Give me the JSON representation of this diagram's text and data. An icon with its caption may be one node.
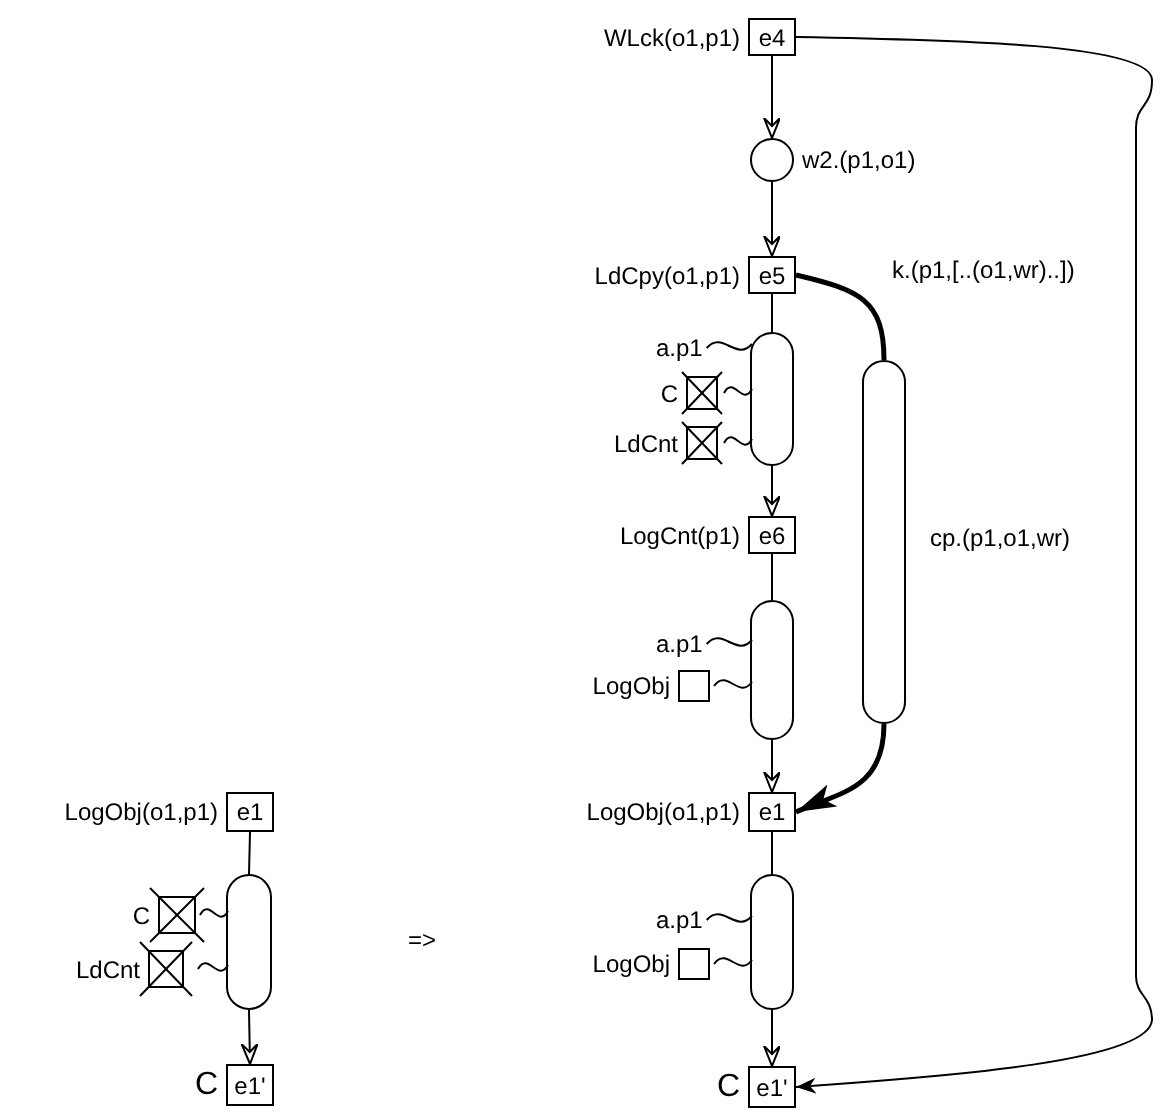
{
  "diagram": {
    "nodes": [
      {
        "text": [
          "e1"
        ],
        "beside": [
          "LogObj(o1,p1)"
        ]
      },
      {
        "text": [],
        "shape": "capsule"
      },
      {
        "text": [],
        "shape": "crossed",
        "beside": [
          "C"
        ]
      },
      {
        "text": [],
        "shape": "crossed",
        "beside": [
          "LdCnt"
        ]
      },
      {
        "text": [
          "e1'"
        ],
        "beside": [
          "C"
        ]
      },
      {
        "text": [
          "e4"
        ],
        "beside": [
          "WLck(o1,p1)"
        ]
      },
      {
        "text": [],
        "shape": "circle",
        "beside": [
          "w2.(p1,o1)"
        ]
      },
      {
        "text": [
          "e5"
        ],
        "beside": [
          "LdCpy(o1,p1)"
        ]
      },
      {
        "text": [],
        "shape": "capsule"
      },
      {
        "text": [
          "a.p1"
        ]
      },
      {
        "text": [],
        "shape": "crossed",
        "beside": [
          "C"
        ]
      },
      {
        "text": [],
        "shape": "crossed",
        "beside": [
          "LdCnt"
        ]
      },
      {
        "text": [],
        "shape": "capsule",
        "beside": [
          "cp.(p1,o1,wr)"
        ]
      },
      {
        "text": [
          "e6"
        ],
        "beside": [
          "LogCnt(p1)"
        ]
      },
      {
        "text": [],
        "shape": "capsule"
      },
      {
        "text": [
          "a.p1"
        ]
      },
      {
        "text": [],
        "shape": "box",
        "beside": [
          "LogObj"
        ]
      },
      {
        "text": [
          "e1"
        ],
        "beside": [
          "LogObj(o1,p1)"
        ]
      },
      {
        "text": [],
        "shape": "capsule"
      },
      {
        "text": [
          "a.p1"
        ]
      },
      {
        "text": [],
        "shape": "box",
        "beside": [
          "LogObj"
        ]
      },
      {
        "text": [
          "e1'"
        ],
        "beside": [
          "C"
        ]
      }
    ],
    "edges": [
      {
        "from": 0,
        "to": 1,
        "arrow": "none"
      },
      {
        "from": 1,
        "to": 4,
        "arrow": "to"
      },
      {
        "from": 2,
        "to": 1,
        "arrow": "none"
      },
      {
        "from": 3,
        "to": 1,
        "arrow": "none"
      },
      {
        "from": 5,
        "to": 6,
        "arrow": "to"
      },
      {
        "from": 6,
        "to": 7,
        "arrow": "to"
      },
      {
        "from": 7,
        "to": 8,
        "arrow": "none"
      },
      {
        "from": 8,
        "to": 13,
        "arrow": "to"
      },
      {
        "from": 9,
        "to": 8,
        "arrow": "none"
      },
      {
        "from": 10,
        "to": 8,
        "arrow": "none"
      },
      {
        "from": 11,
        "to": 8,
        "arrow": "none"
      },
      {
        "from": 7,
        "to": 12,
        "arrow": "none",
        "style": "thick"
      },
      {
        "from": 12,
        "to": 17,
        "arrow": "to",
        "style": "thick"
      },
      {
        "from": 13,
        "to": 14,
        "arrow": "none"
      },
      {
        "from": 14,
        "to": 17,
        "arrow": "to"
      },
      {
        "from": 15,
        "to": 14,
        "arrow": "none"
      },
      {
        "from": 16,
        "to": 14,
        "arrow": "none"
      },
      {
        "from": 17,
        "to": 18,
        "arrow": "none"
      },
      {
        "from": 18,
        "to": 21,
        "arrow": "to"
      },
      {
        "from": 19,
        "to": 18,
        "arrow": "none"
      },
      {
        "from": 20,
        "to": 18,
        "arrow": "none"
      },
      {
        "from": 5,
        "to": 21,
        "arrow": "to",
        "label": "k.(p1,[..(o1,wr)..])"
      }
    ],
    "labels": [
      "=>"
    ]
  }
}
